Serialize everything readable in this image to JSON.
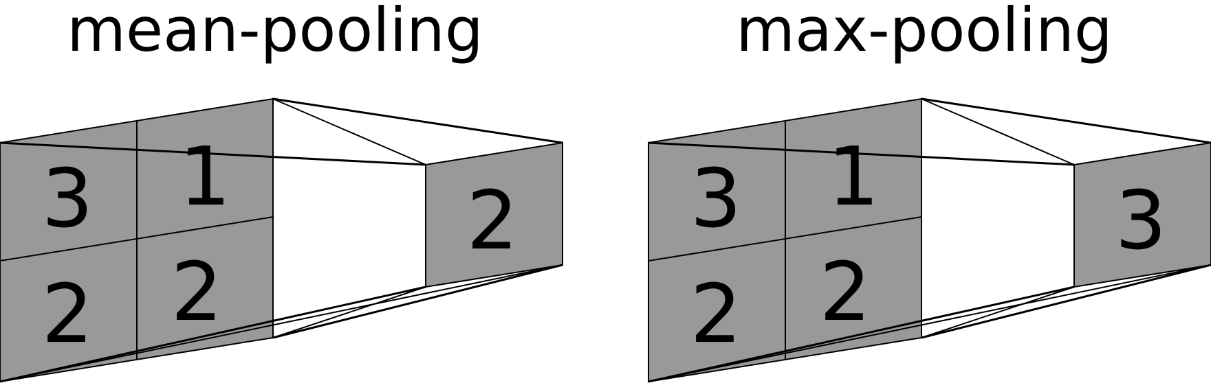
{
  "colors": {
    "gray_fill": "#999999",
    "stroke": "#000000",
    "background": "#ffffff"
  },
  "diagrams": [
    {
      "title": "mean-pooling",
      "input_grid": [
        [
          "3",
          "1"
        ],
        [
          "2",
          "2"
        ]
      ],
      "output": "2"
    },
    {
      "title": "max-pooling",
      "input_grid": [
        [
          "3",
          "1"
        ],
        [
          "2",
          "2"
        ]
      ],
      "output": "3"
    }
  ]
}
